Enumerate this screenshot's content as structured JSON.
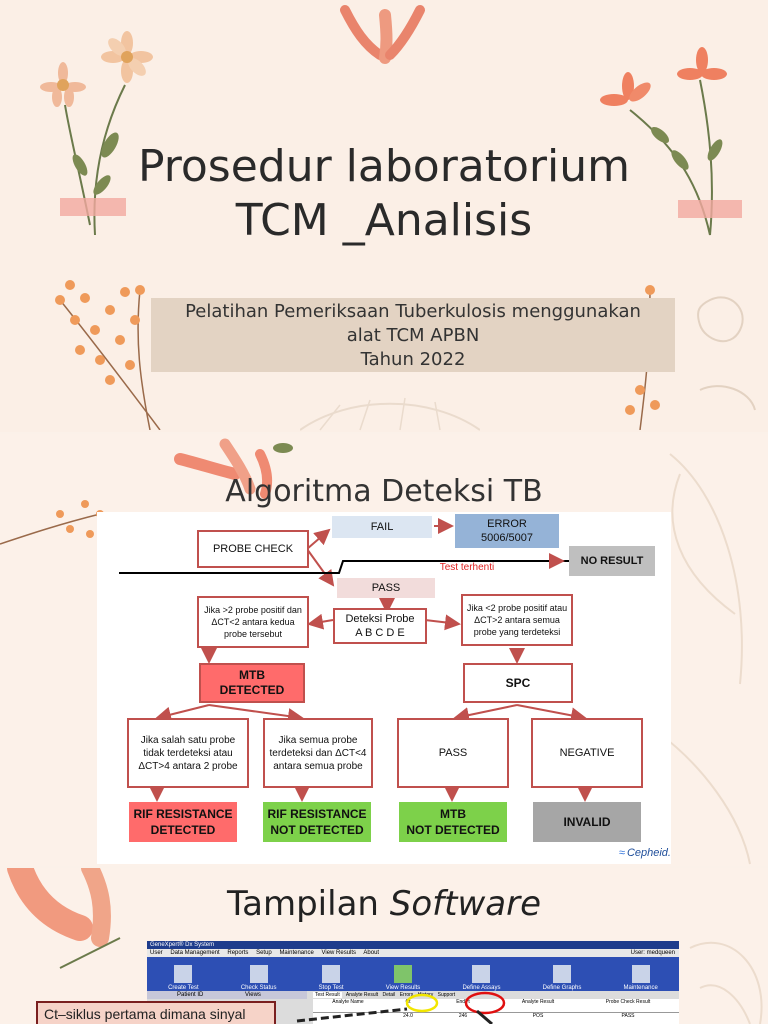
{
  "slide1": {
    "title_line1": "Prosedur laboratorium",
    "title_line2": "TCM _Analisis",
    "subtitle_line1": "Pelatihan Pemeriksaan Tuberkulosis menggunakan",
    "subtitle_line2": "alat TCM APBN",
    "subtitle_line3": "Tahun 2022"
  },
  "slide2": {
    "title": "Algoritma Deteksi TB",
    "diagram": {
      "probe_check": "PROBE CHECK",
      "fail": "FAIL",
      "error_line1": "ERROR",
      "error_line2": "5006/5007",
      "test_stopped": "Test terhenti",
      "no_result": "NO RESULT",
      "pass_top": "PASS",
      "deteksi_line1": "Deteksi Probe",
      "deteksi_line2": "A B C D E",
      "left_cond": "Jika >2 probe positif dan ΔCT<2 antara kedua probe tersebut",
      "right_cond": "Jika <2 probe positif atau ΔCT>2 antara semua probe yang terdeteksi",
      "mtb_detected_line1": "MTB",
      "mtb_detected_line2": "DETECTED",
      "spc": "SPC",
      "cond_a": "Jika salah satu probe tidak terdeteksi atau ΔCT>4 antara 2 probe",
      "cond_b": "Jika semua probe terdeteksi dan ΔCT<4 antara semua probe",
      "pass_bottom": "PASS",
      "negative": "NEGATIVE",
      "rif_detected_line1": "RIF RESISTANCE",
      "rif_detected_line2": "DETECTED",
      "rif_not_line1": "RIF RESISTANCE",
      "rif_not_line2": "NOT DETECTED",
      "mtb_not_line1": "MTB",
      "mtb_not_line2": "NOT DETECTED",
      "invalid": "INVALID",
      "brand": "Cepheid.",
      "colors": {
        "red_fill": "#ff6b6b",
        "green_fill": "#7dd14a",
        "gray_fill": "#a6a6a6",
        "blue_fill": "#95b3d7",
        "light_blue": "#dce6f2",
        "pink": "#f2dcdb",
        "arrow": "#c0504d"
      }
    }
  },
  "slide3": {
    "title_plain": "Tampilan ",
    "title_italic": "Software",
    "software": {
      "window_title": "GeneXpert® Dx System",
      "menu": [
        "User",
        "Data Management",
        "Reports",
        "Setup",
        "Maintenance",
        "View Results",
        "About"
      ],
      "user_label": "User: medqueen",
      "toolbar": [
        "Create Test",
        "Check Status",
        "Stop Test",
        "View Results",
        "Define Assays",
        "Define Graphs",
        "Maintenance"
      ],
      "tabs": [
        "Test Result",
        "Analyte Result",
        "Detail",
        "Errors",
        "History",
        "Support"
      ],
      "patient_label": "Patient ID",
      "views_label": "Views",
      "columns": [
        "Analyte Name",
        "Ct",
        "EndPt",
        "Analyte Result",
        "Probe Check Result"
      ],
      "row_values": [
        "24.0",
        "246",
        "POS",
        "PASS"
      ]
    },
    "ct_caption": "Ct–siklus pertama dimana sinyal"
  }
}
